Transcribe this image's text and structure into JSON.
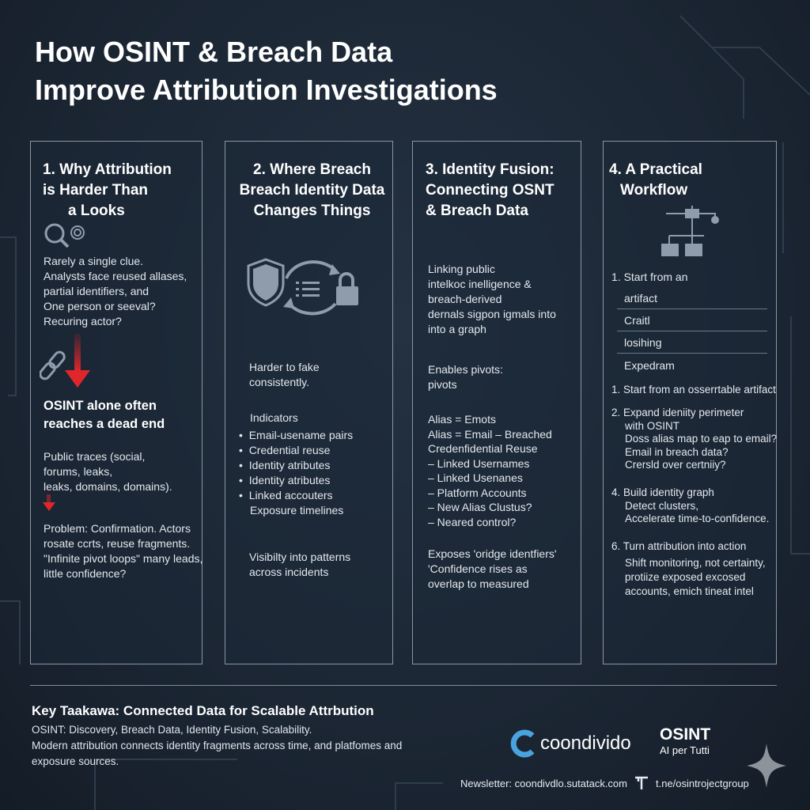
{
  "title": [
    "How OSINT & Breach Data",
    "Improve Attribution Investigations"
  ],
  "col1": {
    "title": [
      "1. Why Attribution",
      "is Harder Than",
      "a Looks"
    ],
    "intro": [
      "Rarely a single clue.",
      "Analysts face reused allases,",
      "partial identifiers, and",
      "One person or seeval?",
      "Recuring actor?"
    ],
    "subhead": [
      "OSINT alone often",
      "reaches a dead end"
    ],
    "traces": [
      "Public traces (social,",
      "forums,  leaks,",
      "leaks, domains, domains)."
    ],
    "problem": [
      "Problem: Confirmation. Actors",
      "rosate ccrts, reuse fragments.",
      "\"Infinite pivot loops\" many leads,",
      "little confidence?"
    ]
  },
  "col2": {
    "title": [
      "2. Where Breach",
      "Breach Identity Data",
      "Changes Things"
    ],
    "fake": [
      "Harder to fake",
      "consistently."
    ],
    "indicators_label": "Indicators",
    "indicators": [
      "Email-usename pairs",
      "Credential reuse",
      "Identity atributes",
      "Identity atributes",
      "Linked accouters"
    ],
    "exposure": "Exposure timelines",
    "visibility": [
      "Visibilty into patterns",
      "across incidents"
    ]
  },
  "col3": {
    "title": [
      "3. Identity Fusion:",
      "Connecting OSNT",
      "& Breach Data"
    ],
    "linking": [
      "Linking public",
      "intelkoc inelligence &",
      "breach-derived",
      "dernals sigpon  igmals into",
      "into a graph"
    ],
    "pivots": [
      "Enables pivots:",
      "pivots"
    ],
    "alias": [
      "Alias = Emots",
      "Alias = Email – Breached",
      "Credenfidential Reuse",
      "– Linked Usernames",
      "– Linked Usenanes",
      "– Platform Accounts",
      "– New Alias Clustus?",
      "– Neared control?"
    ],
    "exposes": [
      "Exposes 'oridge identfiers'",
      "'Confidence rises as",
      "overlap to measured"
    ]
  },
  "col4": {
    "title": [
      "4. A Practical",
      "Workflow"
    ],
    "step1a": "1. Start from an",
    "step1b": "artifact",
    "table": [
      "Craitl",
      "losihing",
      "Expedram"
    ],
    "steps": [
      {
        "n": "1.",
        "lines": [
          "Start from an osserrtable artifact"
        ]
      },
      {
        "n": "2.",
        "lines": [
          "Expand ideniity perimeter",
          "with OSINT",
          "Doss alias map to eap to email?",
          "Email in breach data?",
          "Crersld over certniiy?"
        ]
      },
      {
        "n": "4.",
        "lines": [
          "Build identity graph",
          "Detect clusters,",
          "Accelerate time-to-confidence."
        ]
      },
      {
        "n": "6.",
        "lines": [
          "Turn attribution into action",
          "Shift monitoring, not certainty,",
          "protiize exposed excosed",
          "accounts, emich tineat intel"
        ]
      }
    ]
  },
  "footer": {
    "heading": "Key Taakawa: Connected Data for Scalable Attrbution",
    "body": [
      "OSINT: Discovery, Breach Data, Identity Fusion, Scalability.",
      "Modern attribution connects identity fragments across time, and platfomes and",
      "exposure sources."
    ],
    "brand": "coondivido",
    "osint": "OSINT",
    "osint_sub": "AI per Tutti",
    "newsletter": "Newsletter: coondivdlo.sutatack.com",
    "telegram": "t.ne/osintrojectgroup"
  },
  "colors": {
    "background": "#1b2633",
    "arrow": "#e0262b",
    "icon": "#8e9cab"
  }
}
